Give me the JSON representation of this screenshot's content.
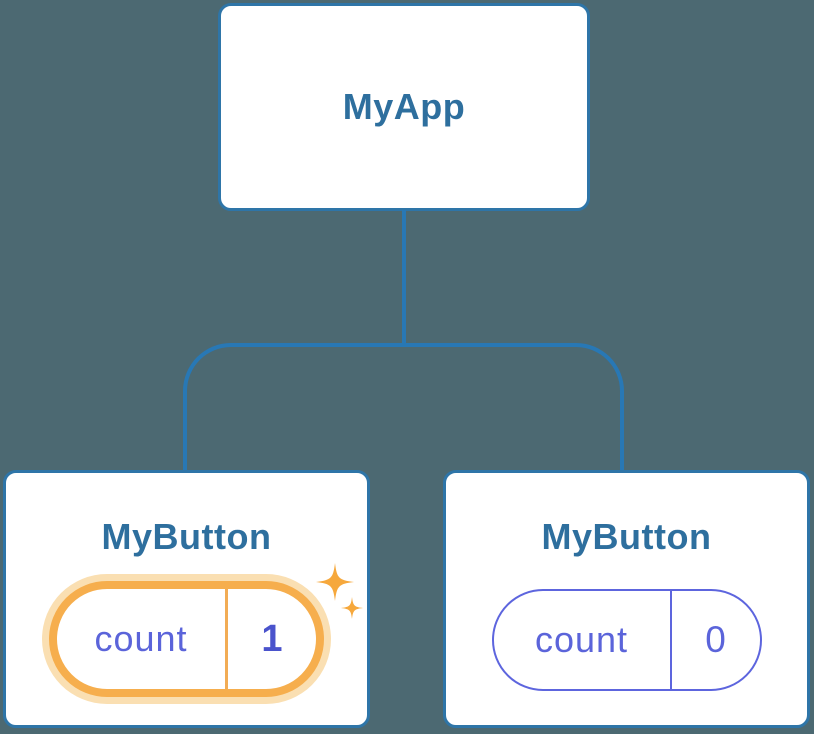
{
  "diagram": {
    "root": {
      "label": "MyApp"
    },
    "children": [
      {
        "label": "MyButton",
        "state_name": "count",
        "state_value": "1",
        "highlighted": true
      },
      {
        "label": "MyButton",
        "state_name": "count",
        "state_value": "0",
        "highlighted": false
      }
    ]
  },
  "colors": {
    "background": "#4C6972",
    "connector": "#2878B5",
    "card_border": "#2E75A8",
    "title_text": "#2E6F9E",
    "state_text": "#5B64DA",
    "state_value_bold": "#4A53CC",
    "highlight_ring": "#F6AE4D",
    "highlight_glow": "#FADFB2",
    "highlight_divider": "#F2AC55",
    "pill_border": "#5D65DE",
    "sparkle": "#F6A83C"
  }
}
